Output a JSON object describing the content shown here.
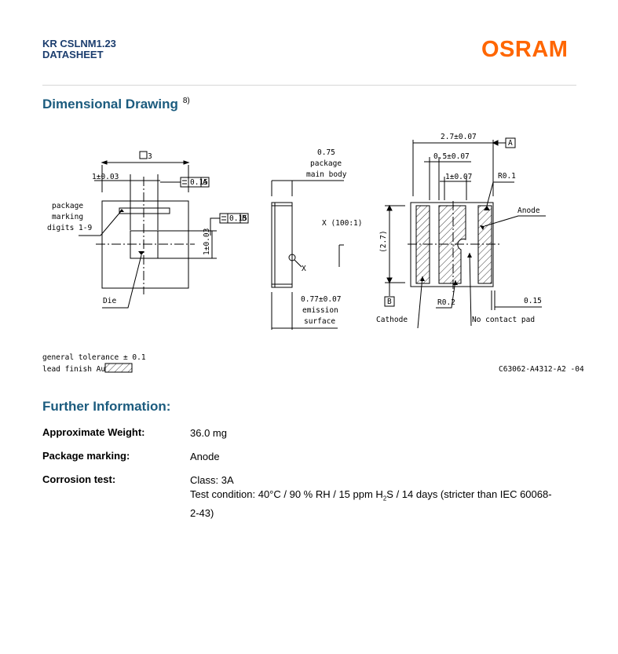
{
  "header": {
    "product": "KR CSLNM1.23",
    "doc_type": "DATASHEET",
    "logo_text": "OSRAM",
    "brand_color": "#ff6600",
    "title_color": "#1b3d6e"
  },
  "dimensional_drawing": {
    "heading": "Dimensional Drawing",
    "footnote_ref": "8)",
    "labels": {
      "size_square": "3",
      "tol_left": "1±0.03",
      "flat_a": "0.15",
      "datum_a": "A",
      "flat_b": "0.15",
      "datum_b": "B",
      "tol_vertical": "1±0.03",
      "package_marking_1": "package",
      "package_marking_2": "marking",
      "package_marking_3": "digits 1-9",
      "die": "Die",
      "body_1": "0.75",
      "body_2": "package",
      "body_3": "main body",
      "scale_note": "X (100:1)",
      "detail_x": "X",
      "emission_1": "0.77±0.07",
      "emission_2": "emission",
      "emission_3": "surface",
      "dim_width": "2.7±0.07",
      "dim_pad": "0.5±0.07",
      "dim_inner": "1±0.07",
      "radius_1": "R0.1",
      "anode": "Anode",
      "dim_height": "(2.7)",
      "radius_2": "R0.2",
      "dim_small": "0.15",
      "cathode": "Cathode",
      "no_contact": "No contact pad",
      "general_tolerance": "general tolerance ± 0.1",
      "lead_finish": "lead finish Au",
      "drawing_number": "C63062-A4312-A2 -04"
    }
  },
  "further_information": {
    "heading": "Further Information:",
    "rows": [
      {
        "label": "Approximate Weight:",
        "value": "36.0 mg"
      },
      {
        "label": "Package marking:",
        "value": "Anode"
      },
      {
        "label": "Corrosion test:",
        "value": "Class: 3A",
        "value2_a": "Test condition: 40°C / 90 % RH / 15 ppm H",
        "value2_sub": "2",
        "value2_b": "S / 14 days (stricter than IEC 60068-2-43)"
      }
    ]
  },
  "heading_color": "#1b5b7e"
}
